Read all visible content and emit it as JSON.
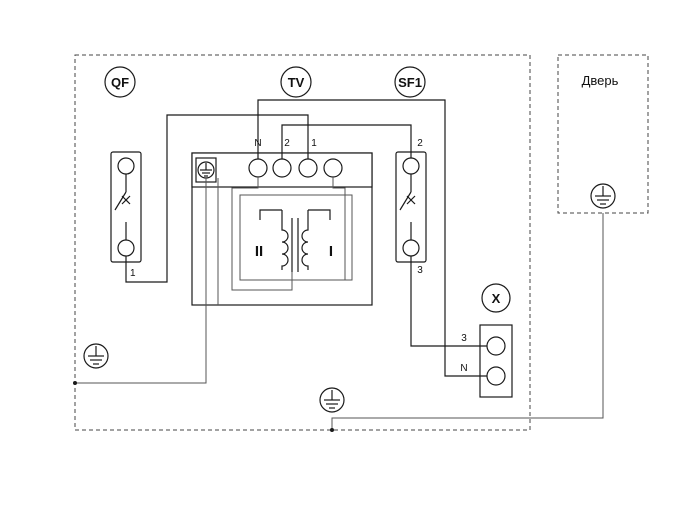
{
  "components": {
    "qf": "QF",
    "tv": "TV",
    "sf1": "SF1",
    "x": "X",
    "door": "Дверь"
  },
  "terminals": {
    "qf_bottom": "1",
    "tv_n": "N",
    "tv_2": "2",
    "tv_1": "1",
    "sf1_top": "2",
    "sf1_bottom": "3",
    "x_3": "3",
    "x_n": "N"
  },
  "windings": {
    "secondary": "II",
    "primary": "I"
  },
  "icons": [
    "ground-icon",
    "switch-icon",
    "coil-icon",
    "terminal-icon"
  ],
  "colors": {
    "line": "#1a1a1a",
    "background": "#ffffff"
  }
}
